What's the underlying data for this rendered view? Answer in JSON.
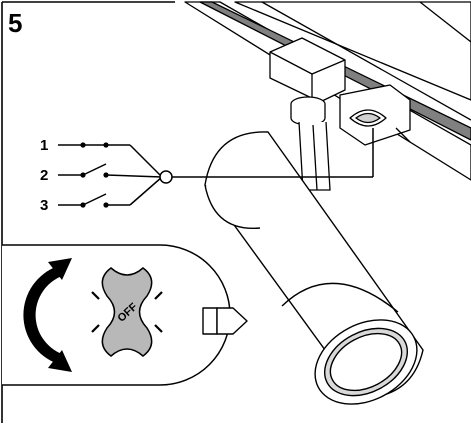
{
  "figure": {
    "step_number": "5",
    "circuit_labels": [
      "1",
      "2",
      "3"
    ],
    "rotary_switch_label": "OFF",
    "colors": {
      "line": "#000000",
      "background": "#ffffff",
      "track_dark": "#808080",
      "knob_gray": "#b8b8b8",
      "lens_gray": "#d9d9d9"
    },
    "icons": [
      "track-rail",
      "track-adapter",
      "rotary-switch",
      "spotlight",
      "rotation-arrow",
      "pointer-arrow"
    ]
  }
}
